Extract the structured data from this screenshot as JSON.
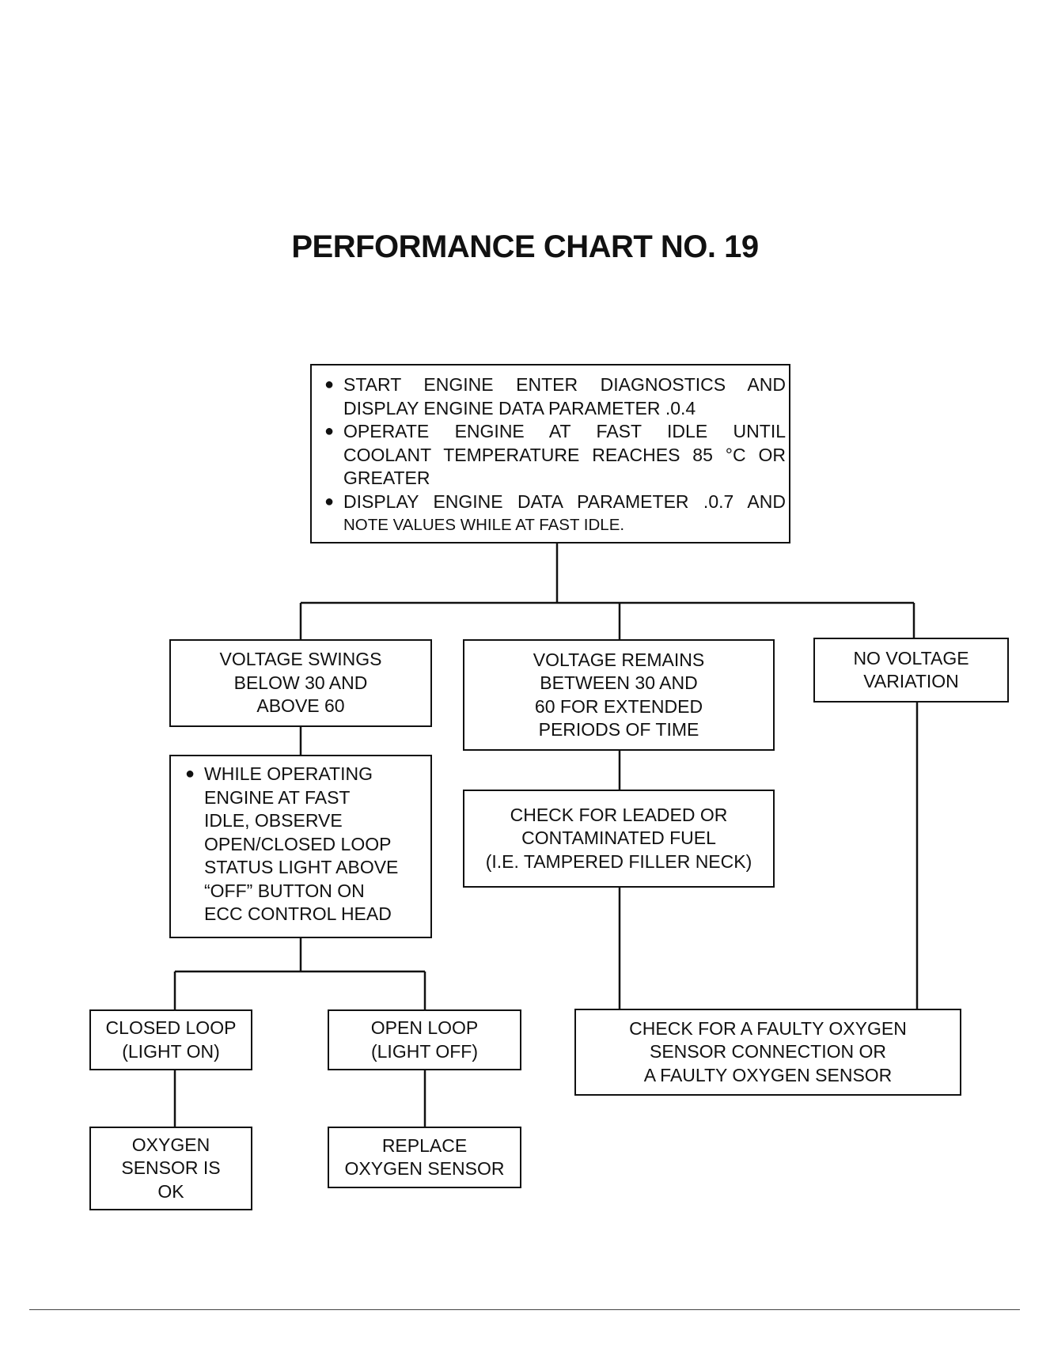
{
  "title": "PERFORMANCE CHART NO. 19",
  "start": {
    "items": [
      [
        "START ENGINE ENTER DIAGNOSTICS AND",
        "DISPLAY ENGINE DATA PARAMETER .0.4"
      ],
      [
        "OPERATE ENGINE AT FAST IDLE UNTIL",
        "COOLANT TEMPERATURE REACHES 85 °C OR",
        "GREATER"
      ],
      [
        "DISPLAY ENGINE DATA PARAMETER .0.7 AND",
        "NOTE VALUES WHILE AT FAST IDLE."
      ]
    ]
  },
  "voltage_swings": [
    "VOLTAGE SWINGS",
    "BELOW 30 AND",
    "ABOVE 60"
  ],
  "voltage_remains": [
    "VOLTAGE REMAINS",
    "BETWEEN 30 AND",
    "60 FOR EXTENDED",
    "PERIODS OF TIME"
  ],
  "no_voltage": [
    "NO VOLTAGE",
    "VARIATION"
  ],
  "while_operating": [
    "WHILE OPERATING",
    "ENGINE AT FAST",
    "IDLE, OBSERVE",
    "OPEN/CLOSED LOOP",
    "STATUS LIGHT ABOVE",
    "“OFF” BUTTON ON",
    "ECC CONTROL HEAD"
  ],
  "check_fuel": [
    "CHECK FOR LEADED OR",
    "CONTAMINATED FUEL",
    "(I.E. TAMPERED FILLER NECK)"
  ],
  "closed_loop": [
    "CLOSED LOOP",
    "(LIGHT ON)"
  ],
  "open_loop": [
    "OPEN LOOP",
    "(LIGHT OFF)"
  ],
  "check_sensor": [
    "CHECK FOR A FAULTY OXYGEN",
    "SENSOR CONNECTION OR",
    "A FAULTY OXYGEN SENSOR"
  ],
  "sensor_ok": [
    "OXYGEN",
    "SENSOR IS",
    "OK"
  ],
  "replace_sensor": [
    "REPLACE",
    "OXYGEN SENSOR"
  ]
}
